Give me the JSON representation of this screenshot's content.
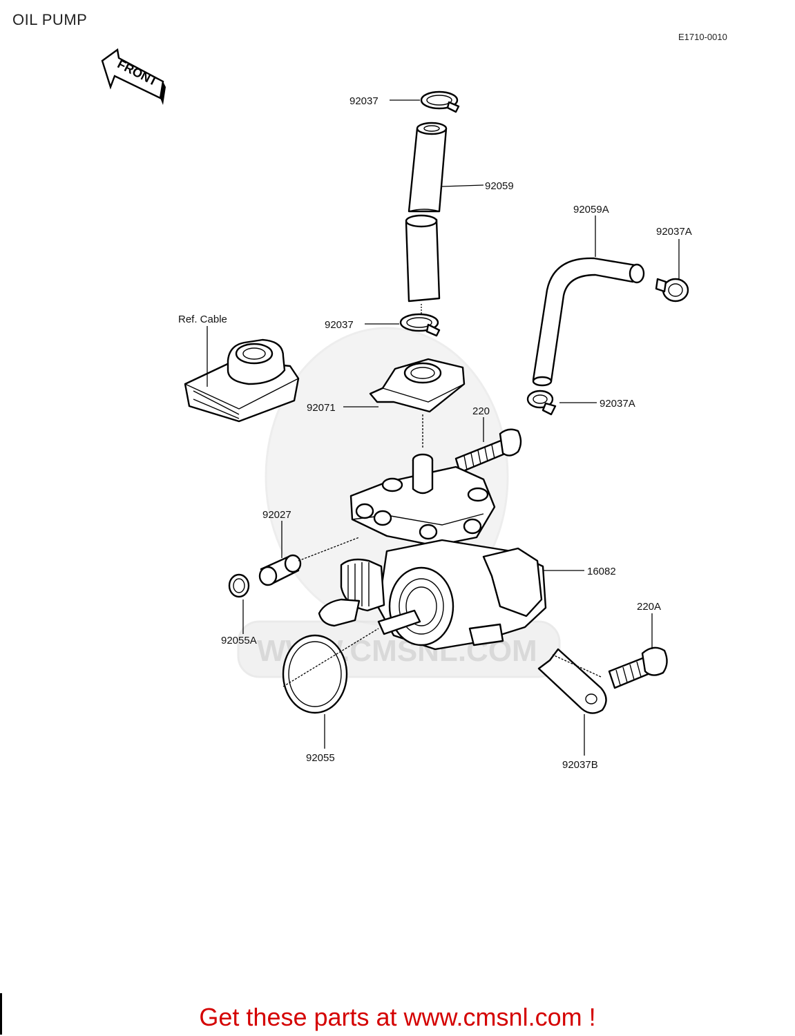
{
  "header": {
    "title": "OIL PUMP",
    "diagram_code": "E1710-0010"
  },
  "orientation": {
    "front_label": "FRONT"
  },
  "watermark": {
    "text": "WWW.CMSNL.COM"
  },
  "callouts": {
    "c92037_top": "92037",
    "c92059": "92059",
    "c92059A": "92059A",
    "c92037A_top": "92037A",
    "c92037_mid": "92037",
    "ref_cable": "Ref.  Cable",
    "c92071": "92071",
    "c92037A_low": "92037A",
    "c220": "220",
    "c92027": "92027",
    "c16082": "16082",
    "c220A": "220A",
    "c92055A": "92055A",
    "c92055": "92055",
    "c92037B": "92037B"
  },
  "footer": {
    "link_text": "Get these parts at www.cmsnl.com !"
  }
}
